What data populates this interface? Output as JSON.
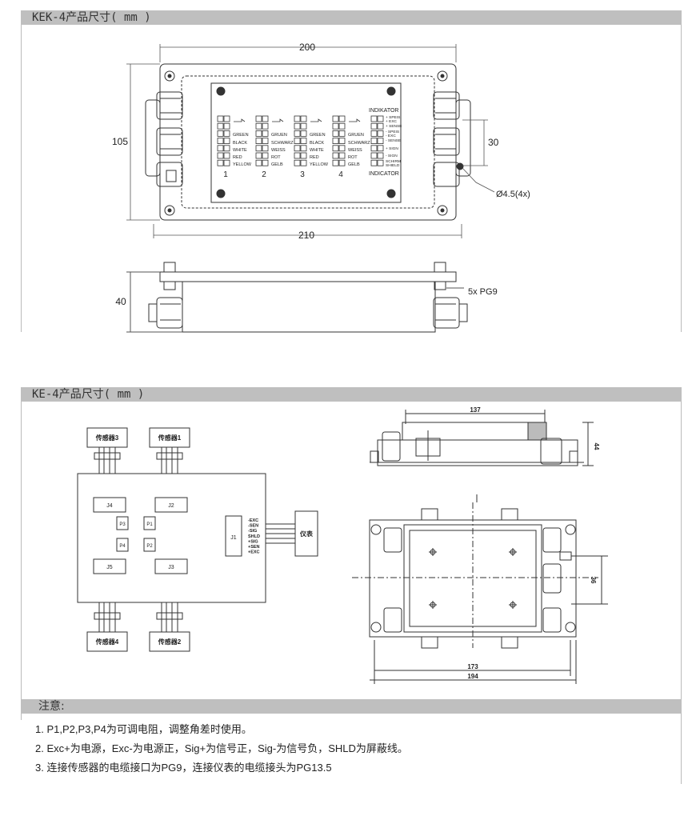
{
  "section1": {
    "title": "KEK-4产品尺寸( mm )",
    "dims": {
      "width_top": "200",
      "width_bottom": "210",
      "height_left": "105",
      "hole_pitch": "30",
      "hole_dia": "Ø4.5(4x)",
      "side_height": "40",
      "glands": "5x PG9"
    },
    "indikator_top": "INDIKATOR",
    "indicator_bottom": "INDICATOR",
    "wire_labels": [
      [
        "GREEN",
        "BLACK",
        "WHITE",
        "RED",
        "YELLOW"
      ],
      [
        "GRUEN",
        "SCHWARZ",
        "WEISS",
        "ROT",
        "GELB"
      ],
      [
        "GREEN",
        "BLACK",
        "WHITE",
        "RED",
        "YELLOW"
      ],
      [
        "GRUEN",
        "SCHWARZ",
        "WEISS",
        "ROT",
        "GELB"
      ]
    ],
    "channel_numbers": [
      "1",
      "2",
      "3",
      "4"
    ],
    "indicator_labels": [
      "+ SPEIS",
      "+ EXC",
      "+ SENSE",
      "- SPEIS",
      "- EXC",
      "- SENSE",
      "+ SIGN",
      "- SIGN",
      "SCHIRM",
      "SHIELD"
    ]
  },
  "section2": {
    "title": "KE-4产品尺寸( mm )",
    "sensors": [
      "传感器3",
      "传感器1",
      "传感器4",
      "传感器2"
    ],
    "jumpers": [
      "J4",
      "J2",
      "J5",
      "J3",
      "J1"
    ],
    "pots": [
      "P3",
      "P1",
      "P4",
      "P2"
    ],
    "j1_pins": [
      "-EXC",
      "-SEN",
      "-SIG",
      "SHLD",
      "+SIG",
      "+SEN",
      "+EXC"
    ],
    "instrument": "仪表",
    "dims": {
      "top_width": "137",
      "top_height": "44",
      "plan_pitch": "36",
      "inner_width": "173",
      "outer_width": "194"
    }
  },
  "notes": {
    "title": "注意:",
    "items": [
      "1. P1,P2,P3,P4为可调电阻，调整角差时使用。",
      "2. Exc+为电源，Exc-为电源正，Sig+为信号正，Sig-为信号负，SHLD为屏蔽线。",
      "3. 连接传感器的电缆接口为PG9，连接仪表的电缆接头为PG13.5"
    ]
  }
}
